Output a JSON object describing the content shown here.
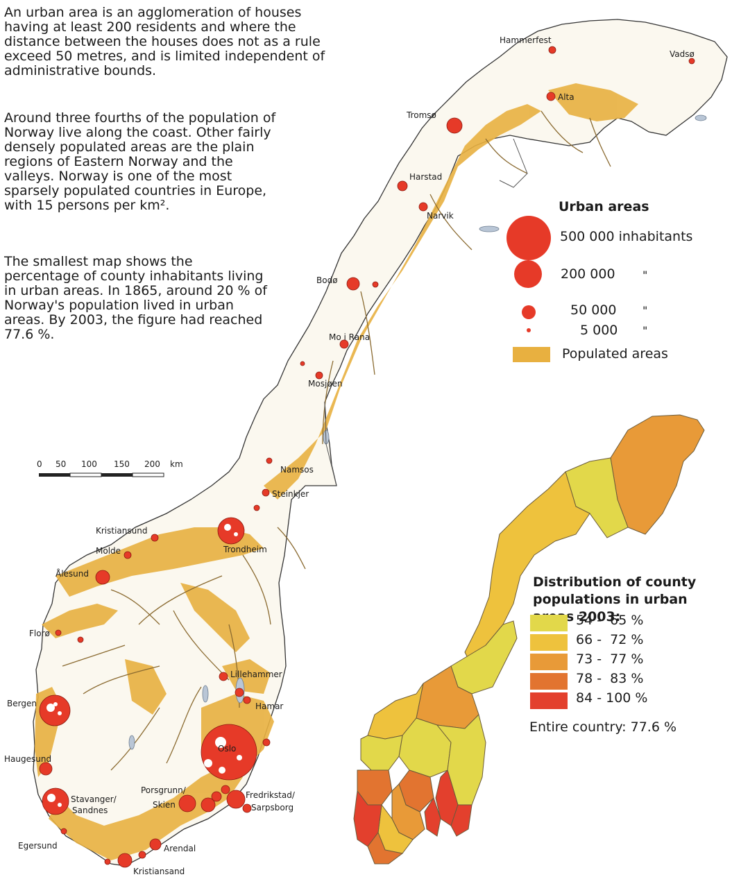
{
  "intro": {
    "paragraph1": "An urban area is an agglomeration of houses having at least 200 residents and where the distance between the houses does not as a rule exceed 50 metres, and is limited independent of administrative bounds.",
    "paragraph2": "Around three fourths of the population of Norway live along the coast. Other fairly densely populated areas are the plain regions of Eastern Norway and the valleys. Norway is one of the most sparsely populated countries in Europe, with 15 persons per km².",
    "paragraph3": "The smallest map shows the percentage of county inhabitants living in urban areas. In 1865, around 20 % of Norway's population lived in urban areas. By 2003, the figure had reached 77.6 %."
  },
  "scale_bar": {
    "ticks": [
      "0",
      "50",
      "100",
      "150",
      "200"
    ],
    "unit": "km"
  },
  "places": {
    "hammerfest": "Hammerfest",
    "vadso": "Vadsø",
    "alta": "Alta",
    "tromso": "Tromsø",
    "harstad": "Harstad",
    "narvik": "Narvik",
    "bodo": "Bodø",
    "mo_i_rana": "Mo i Rana",
    "mosjoen": "Mosjøen",
    "namsos": "Namsos",
    "steinkjer": "Steinkjer",
    "kristiansund": "Kristiansund",
    "trondheim": "Trondheim",
    "molde": "Molde",
    "alesund": "Ålesund",
    "floro": "Florø",
    "lillehammer": "Lillehammer",
    "hamar": "Hamar",
    "bergen": "Bergen",
    "oslo": "Oslo",
    "haugesund": "Haugesund",
    "porsgrunn": "Porsgrunn/",
    "skien": "Skien",
    "fredrikstad": "Fredrikstad/",
    "sarpsborg": "Sarpsborg",
    "stavanger": "Stavanger/",
    "sandnes": "Sandnes",
    "egersund": "Egersund",
    "arendal": "Arendal",
    "kristiansand": "Kristiansand"
  },
  "urban_legend": {
    "title": "Urban areas",
    "items": [
      {
        "label": "500 000 inhabitants",
        "ditto": ""
      },
      {
        "label": "200 000",
        "ditto": "\""
      },
      {
        "label": "50 000",
        "ditto": "\""
      },
      {
        "label": "5 000",
        "ditto": "\""
      }
    ],
    "populated_label": "Populated areas"
  },
  "distribution_legend": {
    "title": "Distribution of county populations in urban areas 2003:",
    "classes": [
      {
        "label": "54 -  65 %",
        "color": "#e2d84a"
      },
      {
        "label": "66 -  72 %",
        "color": "#eec23d"
      },
      {
        "label": "73 -  77 %",
        "color": "#e89a38"
      },
      {
        "label": "78 -  83 %",
        "color": "#e27430"
      },
      {
        "label": "84 - 100 %",
        "color": "#e3402d"
      }
    ],
    "total": "Entire country: 77.6 %"
  },
  "colors": {
    "urban_circle": "#e63a28",
    "populated": "#e8b040",
    "river": "#8a6a30",
    "outline": "#333333"
  }
}
